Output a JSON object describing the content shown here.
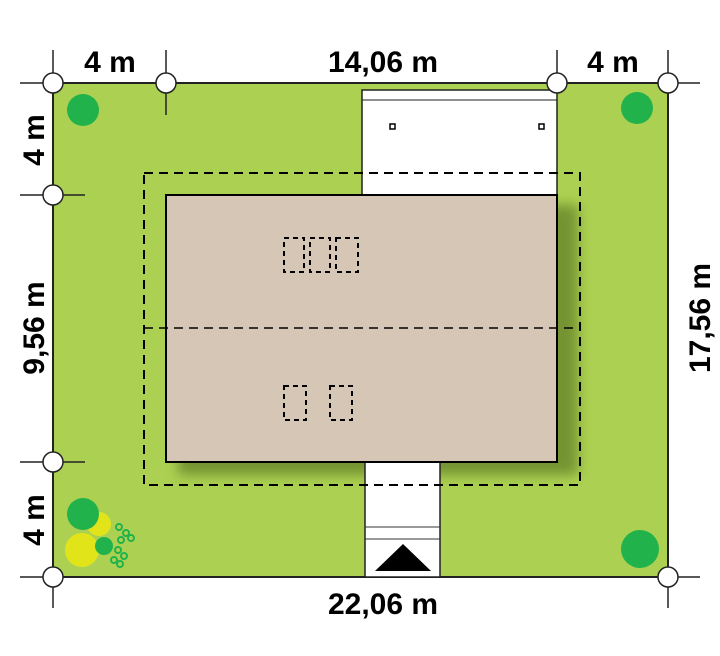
{
  "dimensions": {
    "top_left": "4 m",
    "top_middle": "14,06 m",
    "top_right": "4 m",
    "left_top": "4 m",
    "left_middle": "9,56 m",
    "left_bottom": "4 m",
    "right": "17,56 m",
    "bottom": "22,06 m"
  },
  "colors": {
    "lawn": "#acd152",
    "house": "#d6c6b6",
    "tree": "#22b24c",
    "shrub_yellow": "#e2e41a"
  }
}
